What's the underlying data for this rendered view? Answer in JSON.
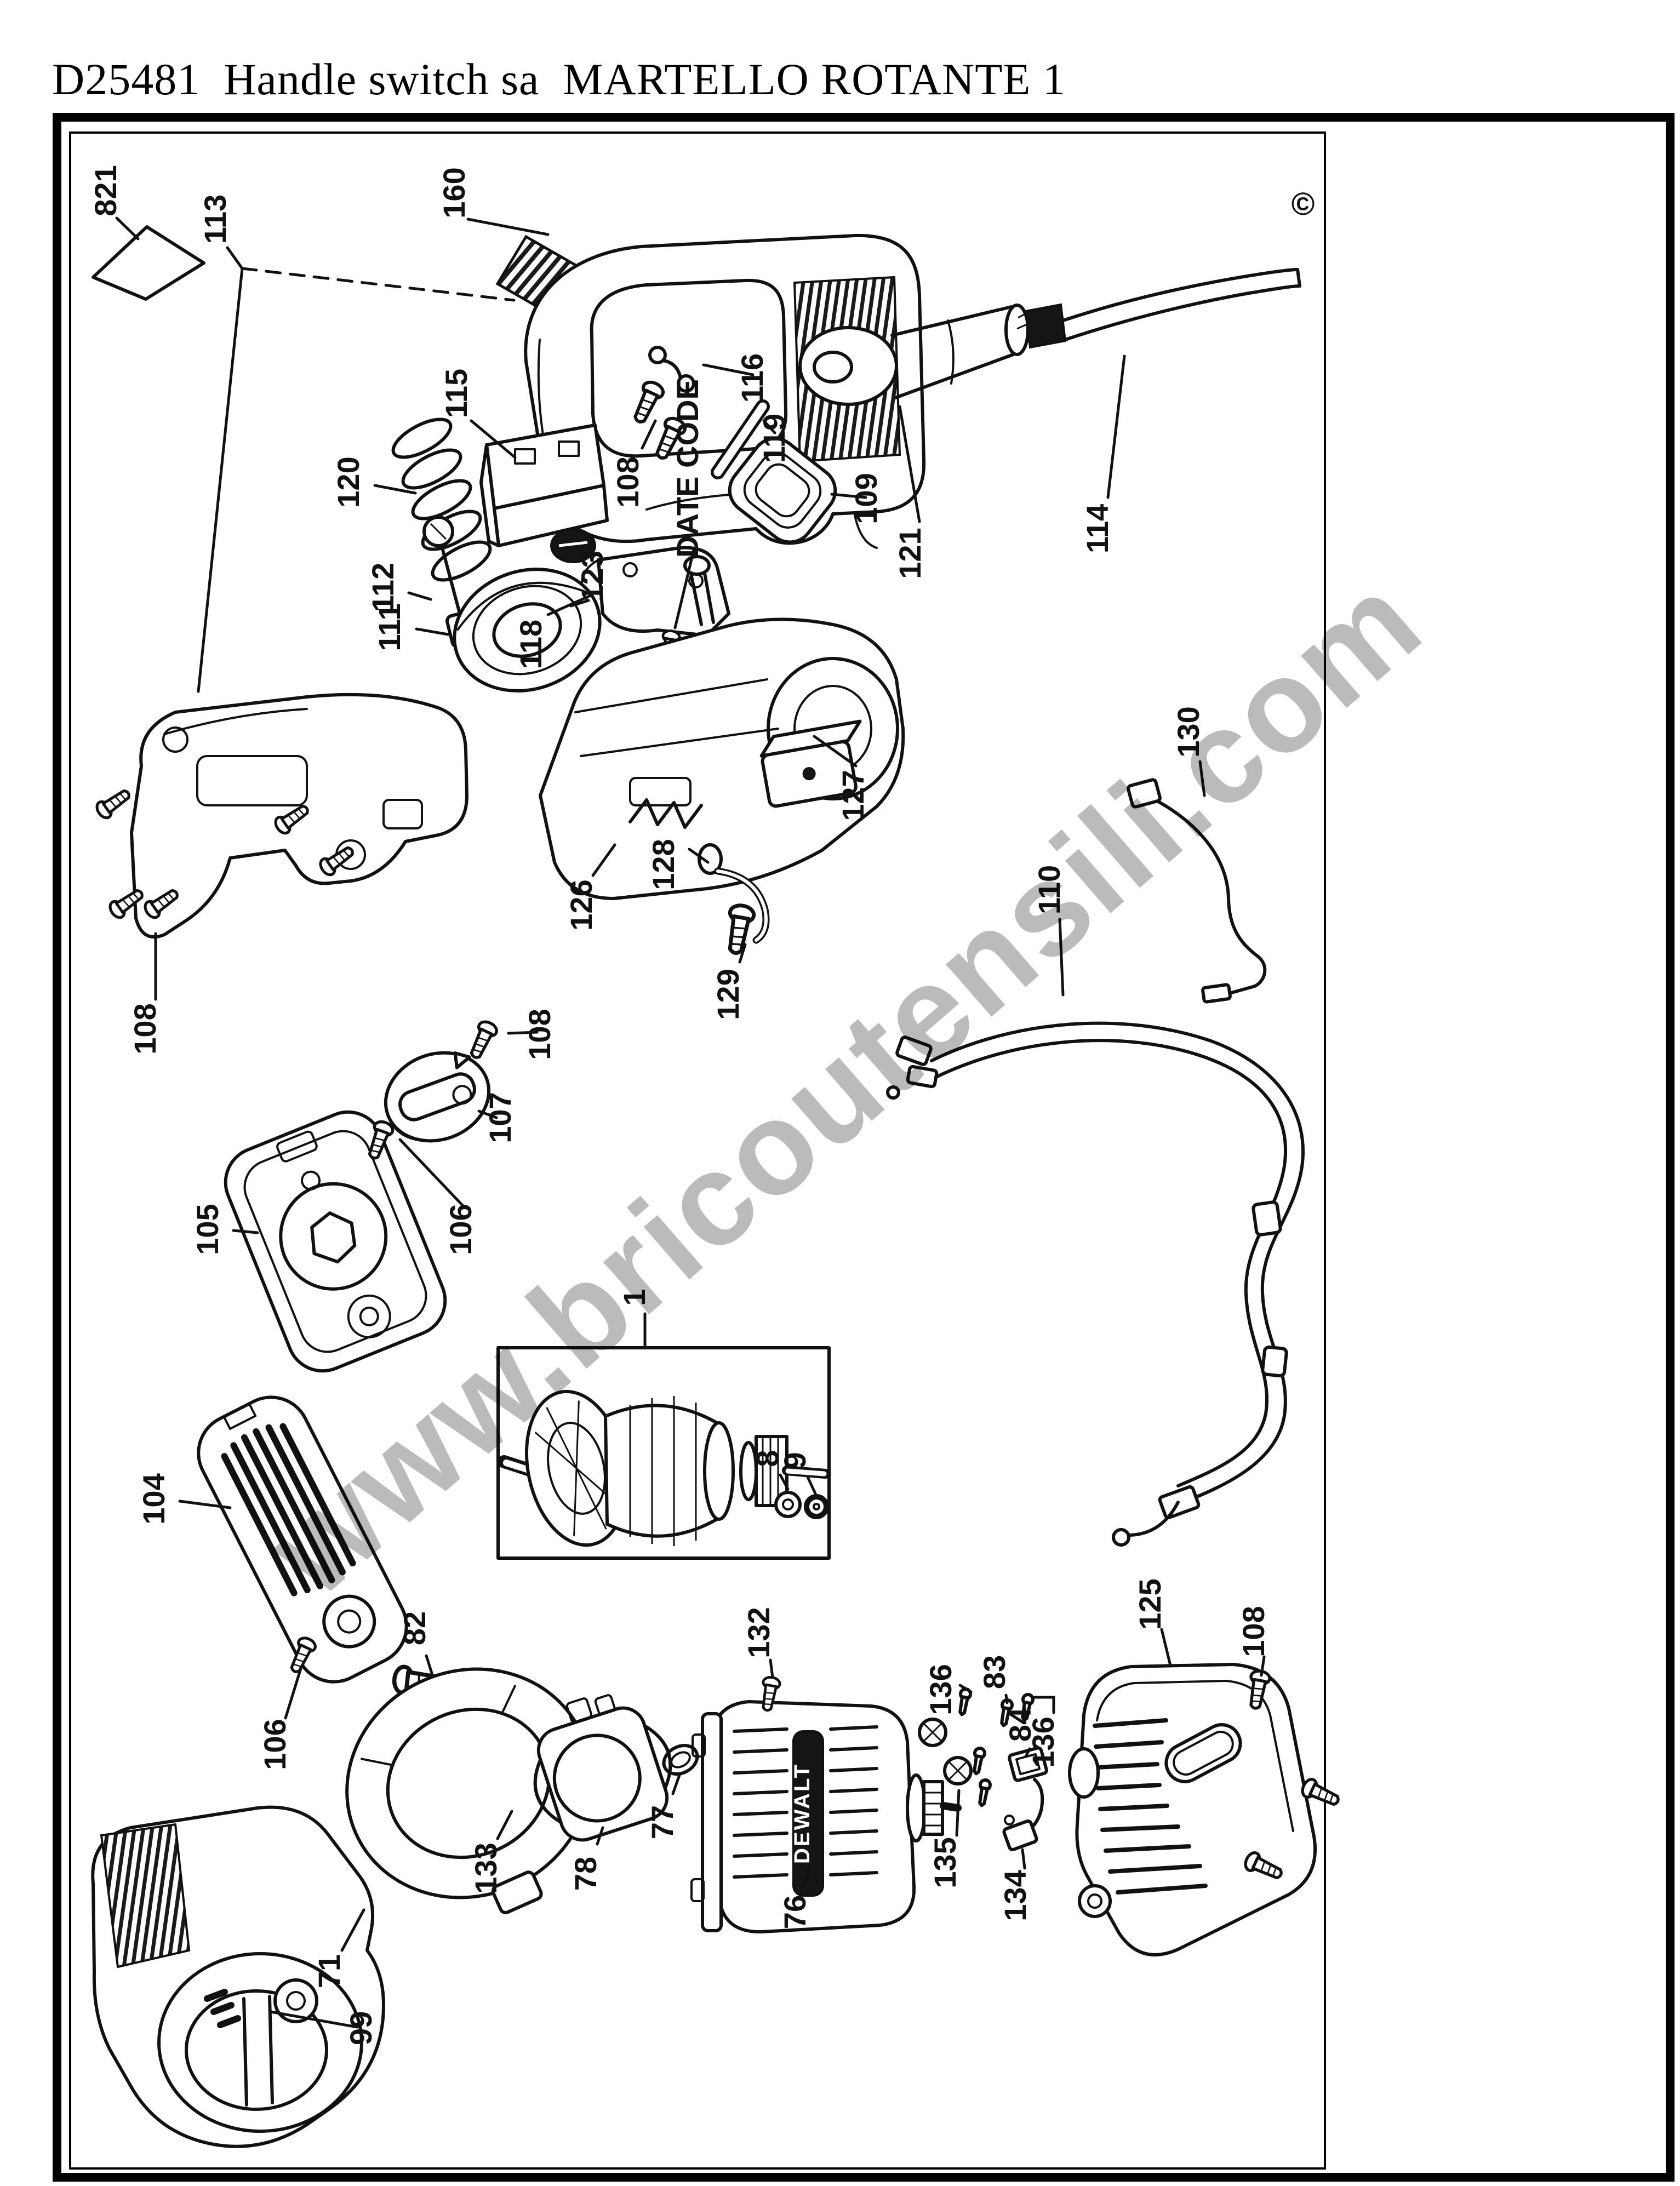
{
  "page": {
    "title": "D25481  Handle switch sa  MARTELLO ROTANTE 1",
    "watermark": "www.bricoutensili.com",
    "copyright_symbol": "©"
  },
  "diagram": {
    "motor_logo": "DEWALT",
    "callouts": [
      {
        "text": "821"
      },
      {
        "text": "113"
      },
      {
        "text": "160"
      },
      {
        "text": "115"
      },
      {
        "text": "120"
      },
      {
        "text": "112"
      },
      {
        "text": "118"
      },
      {
        "text": "123"
      },
      {
        "text": "108"
      },
      {
        "text": "DATE CODE"
      },
      {
        "text": "116"
      },
      {
        "text": "119"
      },
      {
        "text": "109"
      },
      {
        "text": "121"
      },
      {
        "text": "114"
      },
      {
        "text": "111"
      },
      {
        "text": "126"
      },
      {
        "text": "127"
      },
      {
        "text": "128"
      },
      {
        "text": "129"
      },
      {
        "text": "108"
      },
      {
        "text": "130"
      },
      {
        "text": "110"
      },
      {
        "text": "108"
      },
      {
        "text": "107"
      },
      {
        "text": "105"
      },
      {
        "text": "106"
      },
      {
        "text": "1"
      },
      {
        "text": "8"
      },
      {
        "text": "9"
      },
      {
        "text": "104"
      },
      {
        "text": "82"
      },
      {
        "text": "106"
      },
      {
        "text": "132"
      },
      {
        "text": "133"
      },
      {
        "text": "78"
      },
      {
        "text": "77"
      },
      {
        "text": "76"
      },
      {
        "text": "136"
      },
      {
        "text": "83"
      },
      {
        "text": "84"
      },
      {
        "text": "136"
      },
      {
        "text": "135"
      },
      {
        "text": "134"
      },
      {
        "text": "125"
      },
      {
        "text": "108"
      },
      {
        "text": "71"
      },
      {
        "text": "99"
      }
    ]
  }
}
